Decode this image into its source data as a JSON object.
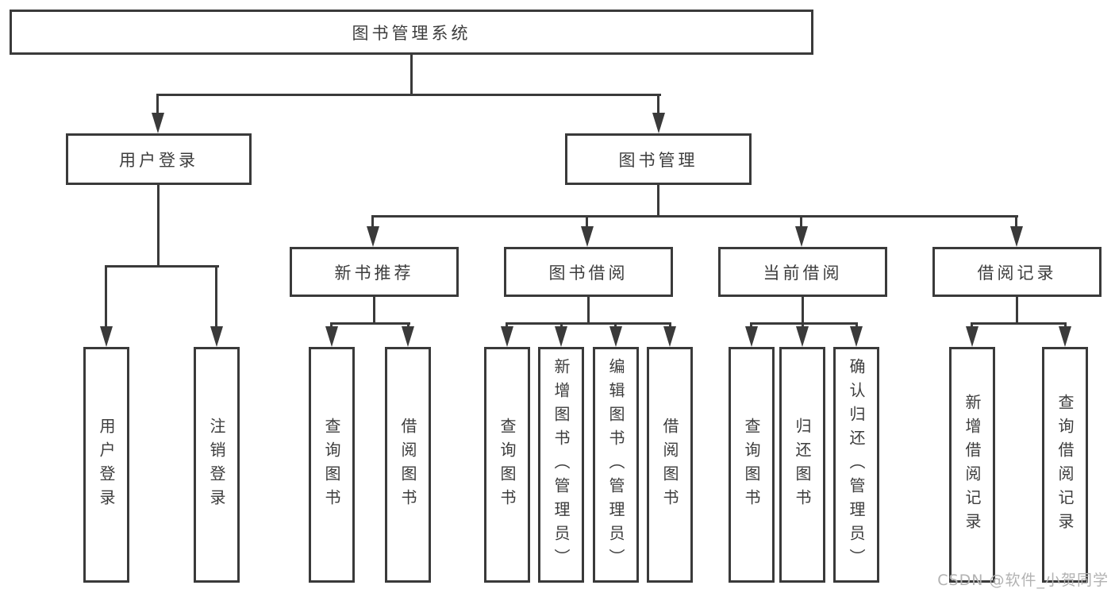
{
  "diagram": {
    "title": "图书管理系统",
    "watermark": "CSDN @软件_小贺同学",
    "colors": {
      "line": "#3a3a3a",
      "text": "#3d3d3d",
      "background": "#ffffff",
      "watermark": "#b2b2b2"
    },
    "level2": [
      {
        "label": "用户登录"
      },
      {
        "label": "图书管理"
      }
    ],
    "level3": [
      {
        "label": "新书推荐",
        "parent": "图书管理"
      },
      {
        "label": "图书借阅",
        "parent": "图书管理"
      },
      {
        "label": "当前借阅",
        "parent": "图书管理"
      },
      {
        "label": "借阅记录",
        "parent": "图书管理"
      }
    ],
    "leaves": [
      {
        "label": "用户登录",
        "parent": "用户登录"
      },
      {
        "label": "注销登录",
        "parent": "用户登录"
      },
      {
        "label": "查询图书",
        "parent": "新书推荐"
      },
      {
        "label": "借阅图书",
        "parent": "新书推荐"
      },
      {
        "label": "查询图书",
        "parent": "图书借阅"
      },
      {
        "label": "新增图书（管理员）",
        "parent": "图书借阅"
      },
      {
        "label": "编辑图书（管理员）",
        "parent": "图书借阅"
      },
      {
        "label": "借阅图书",
        "parent": "图书借阅"
      },
      {
        "label": "查询图书",
        "parent": "当前借阅"
      },
      {
        "label": "归还图书",
        "parent": "当前借阅"
      },
      {
        "label": "确认归还（管理员）",
        "parent": "当前借阅"
      },
      {
        "label": "新增借阅记录",
        "parent": "借阅记录"
      },
      {
        "label": "查询借阅记录",
        "parent": "借阅记录"
      }
    ]
  }
}
